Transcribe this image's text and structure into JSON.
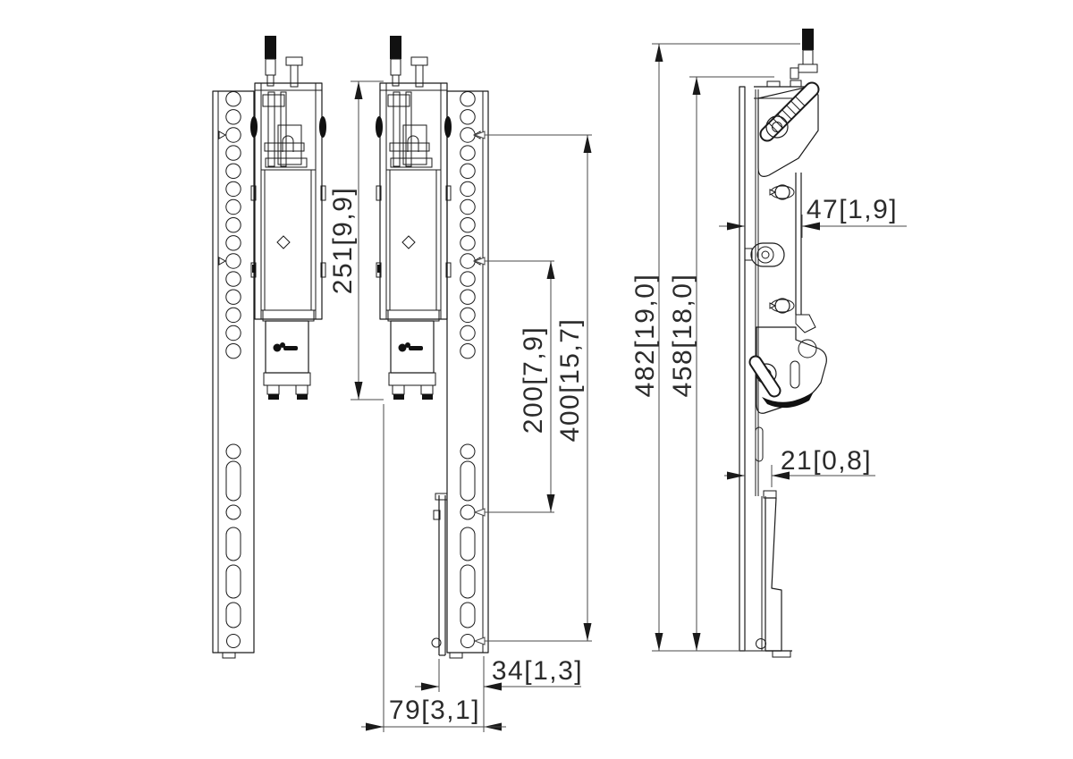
{
  "dimensions": {
    "d251": {
      "label": "251[9,9]",
      "mm": "251",
      "inches": "9,9"
    },
    "d200": {
      "label": "200[7,9]",
      "mm": "200",
      "inches": "7,9"
    },
    "d400": {
      "label": "400[15,7]",
      "mm": "400",
      "inches": "15,7"
    },
    "d482": {
      "label": "482[19,0]",
      "mm": "482",
      "inches": "19,0"
    },
    "d458": {
      "label": "458[18,0]",
      "mm": "458",
      "inches": "18,0"
    },
    "d47": {
      "label": "47[1,9]",
      "mm": "47",
      "inches": "1,9"
    },
    "d21": {
      "label": "21[0,8]",
      "mm": "21",
      "inches": "0,8"
    },
    "d34": {
      "label": "34[1,3]",
      "mm": "34",
      "inches": "1,3"
    },
    "d79": {
      "label": "79[3,1]",
      "mm": "79",
      "inches": "3,1"
    }
  },
  "icons": {
    "brand_mark": "vogels-flower-logo-mark",
    "hole_marker": "triangle-pointer-marker",
    "alignment_mark": "diamond-marker"
  },
  "colors": {
    "background": "#ffffff",
    "part_line": "#1a1a1a",
    "dimension_line": "#4a4a4a",
    "dimension_text": "#2b2b2b",
    "accent_black": "#111111"
  }
}
